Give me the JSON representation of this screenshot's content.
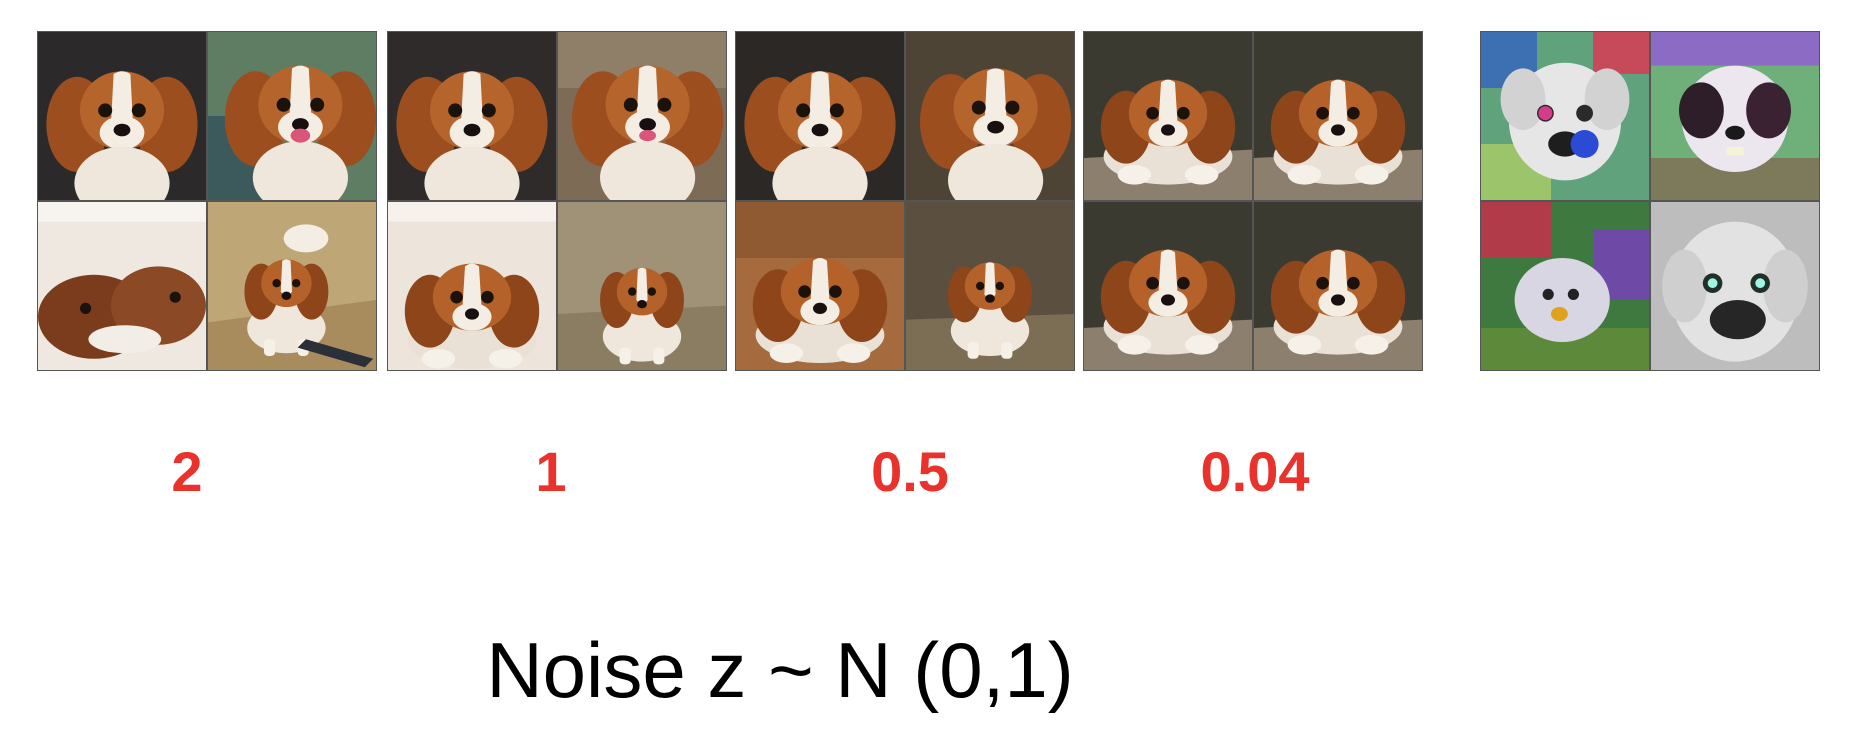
{
  "noise_levels": [
    {
      "label": "2"
    },
    {
      "label": "1"
    },
    {
      "label": "0.5"
    },
    {
      "label": "0.04"
    }
  ],
  "caption": "Noise z ~ N (0,1)",
  "colors": {
    "label_red": "#e8322b",
    "caption_black": "#000000",
    "dog_coat_brown": "#a0522d",
    "dog_coat_white": "#f2ece4"
  },
  "image_grids": [
    {
      "subject": "cavalier-king-charles-spaniel",
      "panels": 4
    },
    {
      "subject": "cavalier-king-charles-spaniel",
      "panels": 4
    },
    {
      "subject": "cavalier-king-charles-spaniel",
      "panels": 4
    },
    {
      "subject": "cavalier-king-charles-spaniel",
      "panels": 4
    },
    {
      "subject": "distorted-white-dog",
      "panels": 4
    }
  ]
}
